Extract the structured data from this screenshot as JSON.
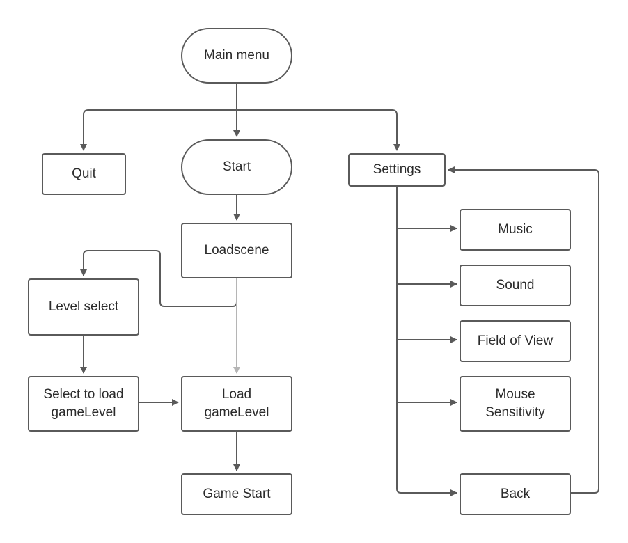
{
  "nodes": {
    "main_menu": "Main menu",
    "quit": "Quit",
    "start": "Start",
    "settings": "Settings",
    "loadscene": "Loadscene",
    "level_select": "Level select",
    "select_to_load": "Select to load\ngameLevel",
    "load_gamelevel": "Load\ngameLevel",
    "game_start": "Game Start",
    "music": "Music",
    "sound": "Sound",
    "field_of_view": "Field of View",
    "mouse_sensitivity": "Mouse\nSensitivity",
    "back": "Back"
  },
  "colors": {
    "stroke": "#5a5a5a",
    "faded_stroke": "#b5b5b5",
    "text": "#2b2b2b"
  }
}
